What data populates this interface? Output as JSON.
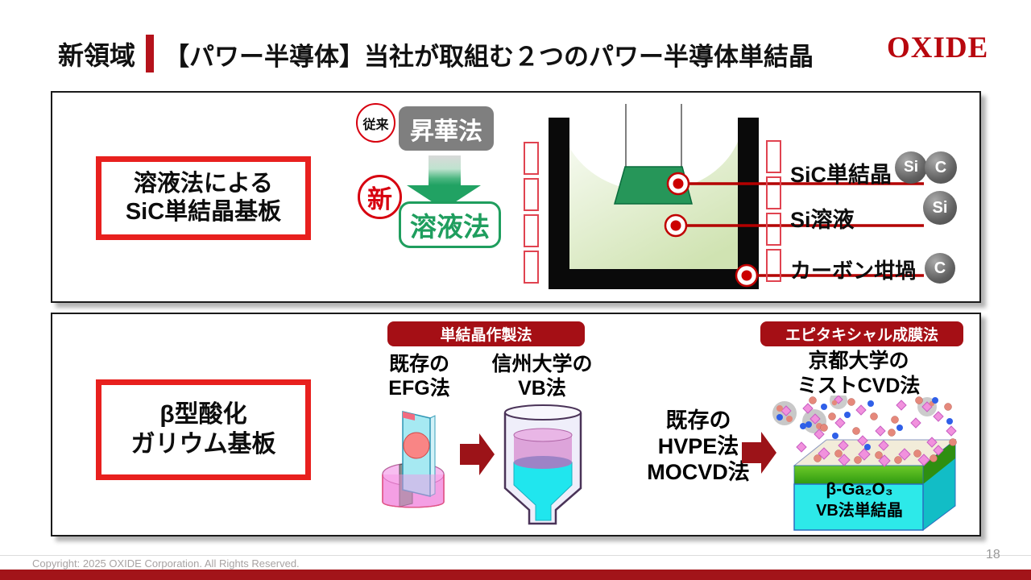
{
  "slide": {
    "section_label": "新領域",
    "title": "【パワー半導体】当社が取組む２つのパワー半導体単結晶",
    "logo_text": "OXIDE",
    "page_number": "18",
    "copyright": "Copyright: 2025 OXIDE Corporation. All Rights Reserved."
  },
  "sic_panel": {
    "heading_line1": "溶液法による",
    "heading_line2": "SiC単結晶基板",
    "conventional_label": "従来",
    "sublimation_method": "昇華法",
    "new_label": "新",
    "solution_method": "溶液法",
    "annotations": [
      {
        "label": "SiC単結晶",
        "elements": [
          "Si",
          "C"
        ]
      },
      {
        "label": "Si溶液",
        "elements": [
          "Si"
        ]
      },
      {
        "label": "カーボン坩堝",
        "elements": [
          "C"
        ]
      }
    ]
  },
  "ga2o3_panel": {
    "heading_line1": "β型酸化",
    "heading_line2": "ガリウム基板",
    "crystal_badge": "単結晶作製法",
    "epitaxial_badge": "エピタキシャル成膜法",
    "efg_line1": "既存の",
    "efg_line2": "EFG法",
    "vb_line1": "信州大学の",
    "vb_line2": "VB法",
    "mist_line1": "京都大学の",
    "mist_line2": "ミストCVD法",
    "bulk_line1": "既存の",
    "bulk_line2": "HVPE法",
    "bulk_line3": "MOCVD法",
    "substrate_formula": "β-Ga₂O₃",
    "substrate_label": "VB法単結晶"
  },
  "colors": {
    "accent_red": "#e8201e",
    "dark_red": "#a21419",
    "green": "#1f9e5e",
    "badge_gray": "#7f7f7f"
  }
}
